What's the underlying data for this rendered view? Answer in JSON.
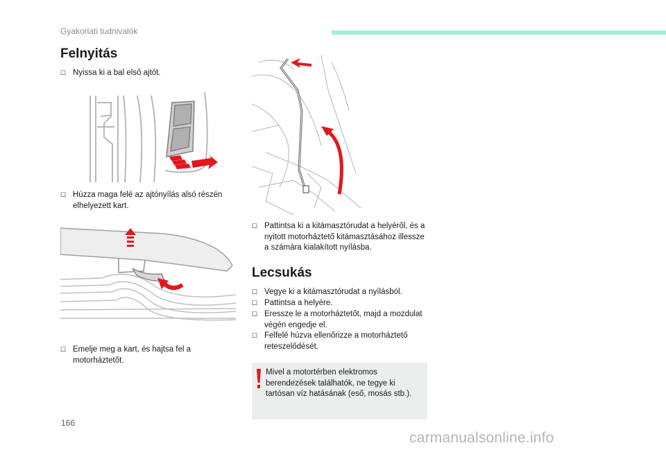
{
  "header": {
    "section_title": "Gyakorlati tudnivalók",
    "accent_color": "#9ff0d6"
  },
  "opening": {
    "title": "Felnyitás",
    "steps": [
      "Nyissa ki a bal első ajtót.",
      "Húzza maga felé az ajtónyílás alsó részén elhelyezett kart.",
      "Emelje meg a kart, és hajtsa fel a motorháztetőt."
    ],
    "prop_step": "Pattintsa ki a kitámasztórudat a helyéről, és a nyitott motorháztető kitámasztásához illessze a számára kialakított nyílásba."
  },
  "closing": {
    "title": "Lecsukás",
    "steps": [
      "Vegye ki a kitámasztórudat a nyílásból.",
      "Pattintsa a helyére.",
      "Eressze le a motorháztetőt, majd a mozdulat végén engedje el.",
      "Felfelé húzva ellenőrizze a motorháztető reteszelődését."
    ]
  },
  "warning": {
    "text": "Mivel a motortérben elektromos berendezések találhatók, ne tegye ki tartósan víz hatásának (eső, mosás stb.).",
    "color": "#e0181e"
  },
  "bullet_glyph": "",
  "page_number": "166",
  "watermark": "carmanualsonline.info"
}
